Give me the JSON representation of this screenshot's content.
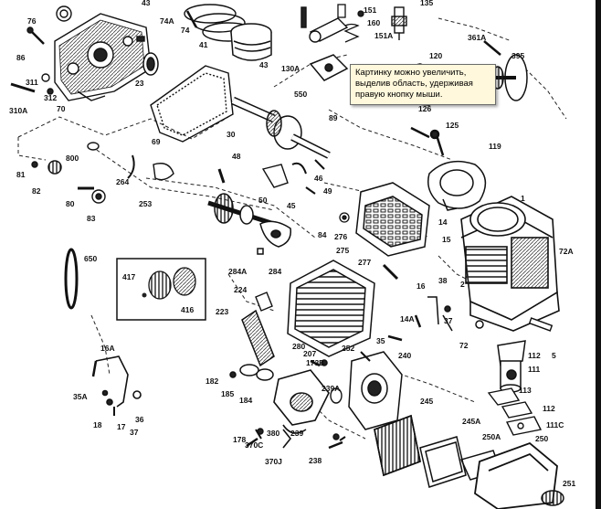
{
  "tooltip": {
    "lines": [
      "Картинку можно увеличить,",
      "выделив область, удерживая",
      "правую кнопку мыши."
    ]
  },
  "diagram": {
    "labels": [
      {
        "id": "76",
        "text": "76"
      },
      {
        "id": "86",
        "text": "86"
      },
      {
        "id": "311",
        "text": "311"
      },
      {
        "id": "312",
        "text": "312"
      },
      {
        "id": "310A",
        "text": "310A"
      },
      {
        "id": "70",
        "text": "70"
      },
      {
        "id": "43a",
        "text": "43"
      },
      {
        "id": "74A",
        "text": "74A"
      },
      {
        "id": "74",
        "text": "74"
      },
      {
        "id": "41",
        "text": "41"
      },
      {
        "id": "23",
        "text": "23"
      },
      {
        "id": "43b",
        "text": "43"
      },
      {
        "id": "130A",
        "text": "130A"
      },
      {
        "id": "550",
        "text": "550"
      },
      {
        "id": "151",
        "text": "151"
      },
      {
        "id": "160",
        "text": "160"
      },
      {
        "id": "151A",
        "text": "151A"
      },
      {
        "id": "135",
        "text": "135"
      },
      {
        "id": "120",
        "text": "120"
      },
      {
        "id": "361A",
        "text": "361A"
      },
      {
        "id": "395",
        "text": "395"
      },
      {
        "id": "126",
        "text": "126"
      },
      {
        "id": "125",
        "text": "125"
      },
      {
        "id": "119",
        "text": "119"
      },
      {
        "id": "69",
        "text": "69"
      },
      {
        "id": "30",
        "text": "30"
      },
      {
        "id": "89",
        "text": "89"
      },
      {
        "id": "800",
        "text": "800"
      },
      {
        "id": "81",
        "text": "81"
      },
      {
        "id": "82",
        "text": "82"
      },
      {
        "id": "80",
        "text": "80"
      },
      {
        "id": "83",
        "text": "83"
      },
      {
        "id": "264",
        "text": "264"
      },
      {
        "id": "253",
        "text": "253"
      },
      {
        "id": "48",
        "text": "48"
      },
      {
        "id": "46",
        "text": "46"
      },
      {
        "id": "49",
        "text": "49"
      },
      {
        "id": "50",
        "text": "50"
      },
      {
        "id": "45",
        "text": "45"
      },
      {
        "id": "284A",
        "text": "284A"
      },
      {
        "id": "284",
        "text": "284"
      },
      {
        "id": "1",
        "text": "1"
      },
      {
        "id": "14",
        "text": "14"
      },
      {
        "id": "84",
        "text": "84"
      },
      {
        "id": "276",
        "text": "276"
      },
      {
        "id": "275",
        "text": "275"
      },
      {
        "id": "15",
        "text": "15"
      },
      {
        "id": "72A",
        "text": "72A"
      },
      {
        "id": "650",
        "text": "650"
      },
      {
        "id": "417",
        "text": "417"
      },
      {
        "id": "416",
        "text": "416"
      },
      {
        "id": "277",
        "text": "277"
      },
      {
        "id": "224",
        "text": "224"
      },
      {
        "id": "223",
        "text": "223"
      },
      {
        "id": "280",
        "text": "280"
      },
      {
        "id": "16",
        "text": "16"
      },
      {
        "id": "38",
        "text": "38"
      },
      {
        "id": "2",
        "text": "2"
      },
      {
        "id": "14A",
        "text": "14A"
      },
      {
        "id": "37",
        "text": "37"
      },
      {
        "id": "35",
        "text": "35"
      },
      {
        "id": "72",
        "text": "72"
      },
      {
        "id": "112a",
        "text": "112"
      },
      {
        "id": "5",
        "text": "5"
      },
      {
        "id": "16A",
        "text": "16A"
      },
      {
        "id": "207",
        "text": "207"
      },
      {
        "id": "173B",
        "text": "173B"
      },
      {
        "id": "252",
        "text": "252"
      },
      {
        "id": "240",
        "text": "240"
      },
      {
        "id": "111",
        "text": "111"
      },
      {
        "id": "182",
        "text": "182"
      },
      {
        "id": "185",
        "text": "185"
      },
      {
        "id": "184",
        "text": "184"
      },
      {
        "id": "35A",
        "text": "35A"
      },
      {
        "id": "239A",
        "text": "239A"
      },
      {
        "id": "113",
        "text": "113"
      },
      {
        "id": "112b",
        "text": "112"
      },
      {
        "id": "36",
        "text": "36"
      },
      {
        "id": "17",
        "text": "17"
      },
      {
        "id": "37b",
        "text": "37"
      },
      {
        "id": "18",
        "text": "18"
      },
      {
        "id": "245",
        "text": "245"
      },
      {
        "id": "111C",
        "text": "111C"
      },
      {
        "id": "245A",
        "text": "245A"
      },
      {
        "id": "178",
        "text": "178"
      },
      {
        "id": "370C",
        "text": "370C"
      },
      {
        "id": "380",
        "text": "380"
      },
      {
        "id": "239",
        "text": "239"
      },
      {
        "id": "250A",
        "text": "250A"
      },
      {
        "id": "250",
        "text": "250"
      },
      {
        "id": "370J",
        "text": "370J"
      },
      {
        "id": "238",
        "text": "238"
      },
      {
        "id": "251",
        "text": "251"
      }
    ]
  }
}
